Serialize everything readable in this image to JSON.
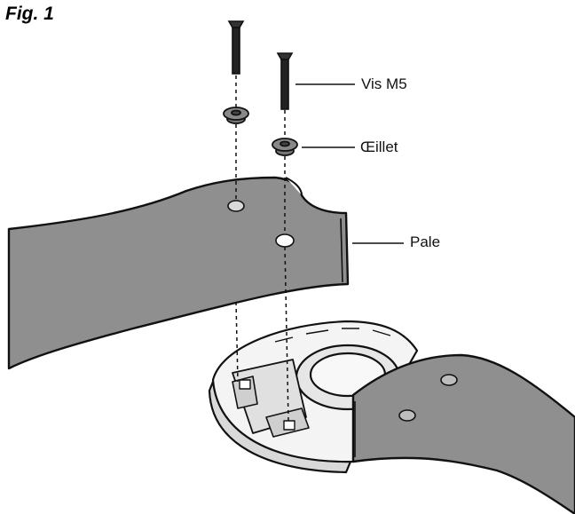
{
  "figure": {
    "title": "Fig. 1",
    "labels": {
      "screw": "Vis M5",
      "grommet": "Œillet",
      "blade": "Pale"
    }
  },
  "colors": {
    "blade_fill": "#8f8f8f",
    "outline": "#111111",
    "hub_fill": "#f2f2f2",
    "background": "#ffffff"
  }
}
